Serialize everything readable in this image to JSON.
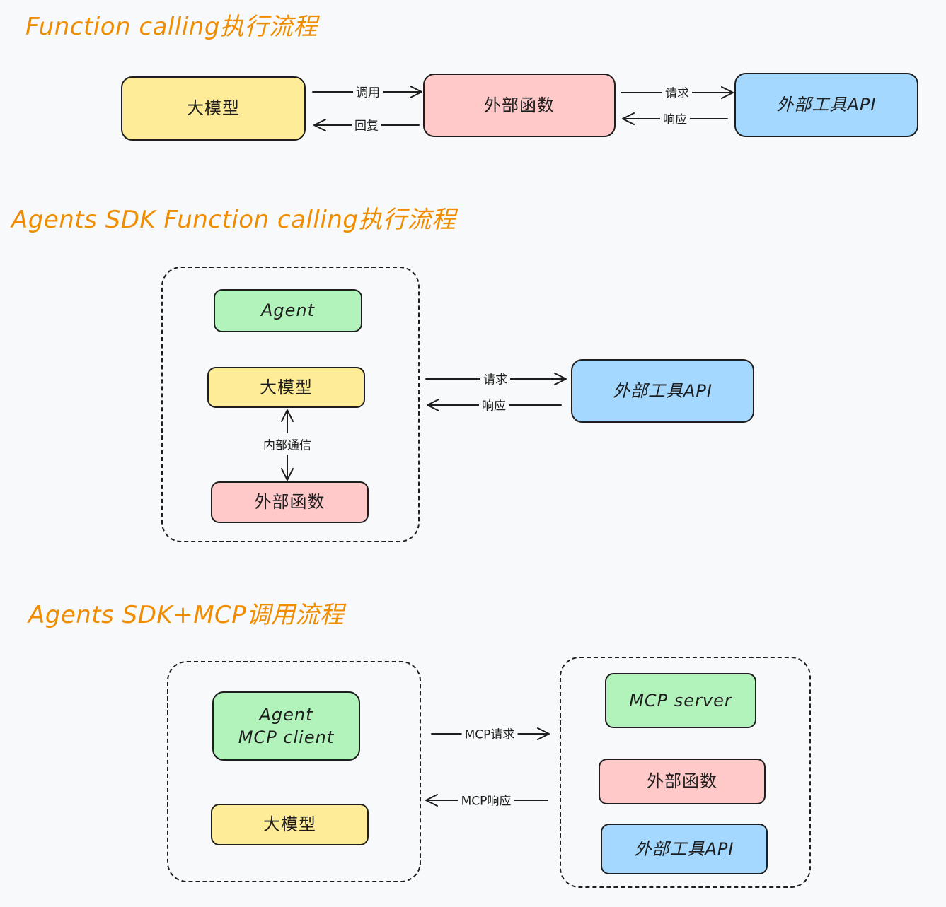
{
  "section1": {
    "title": "Function calling执行流程",
    "model": "大模型",
    "func": "外部函数",
    "api": "外部工具API",
    "call_label": "调用",
    "reply_label": "回复",
    "request_label": "请求",
    "response_label": "响应"
  },
  "section2": {
    "title": "Agents SDK Function calling执行流程",
    "agent": "Agent",
    "model": "大模型",
    "internal_label": "内部通信",
    "func": "外部函数",
    "api": "外部工具API",
    "request_label": "请求",
    "response_label": "响应"
  },
  "section3": {
    "title": "Agents SDK+MCP调用流程",
    "agent_line1": "Agent",
    "agent_line2": "MCP client",
    "model": "大模型",
    "mcp_request_label": "MCP请求",
    "mcp_response_label": "MCP响应",
    "server": "MCP server",
    "func": "外部函数",
    "api": "外部工具API"
  },
  "colors": {
    "title": "#f08c00",
    "yellow": "#ffec99",
    "pink": "#ffc9c9",
    "blue": "#a5d8ff",
    "green": "#b2f2bb",
    "stroke": "#1e1e1e"
  }
}
